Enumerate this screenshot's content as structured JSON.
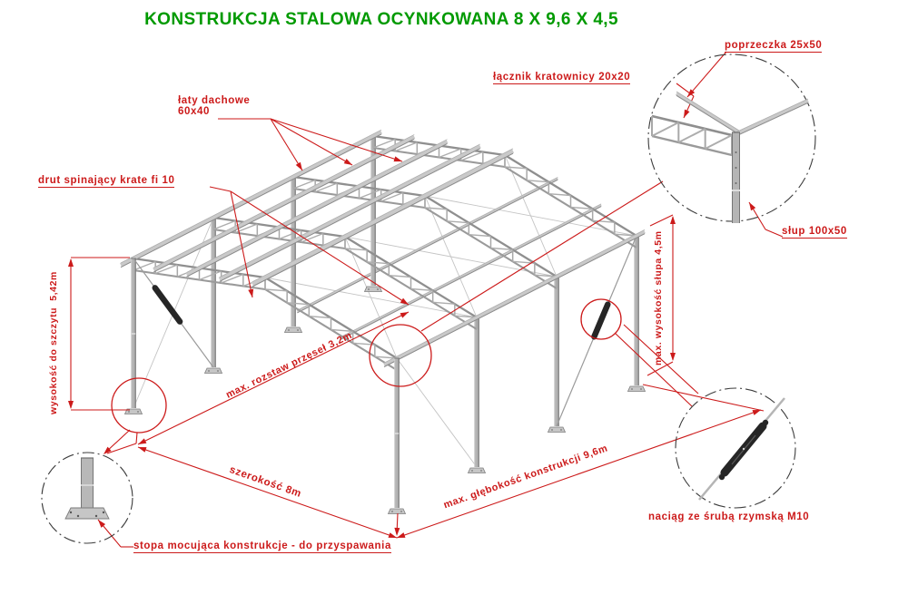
{
  "header": {
    "title": "KONSTRUKCJA STALOWA OCYNKOWANA 8 X 9,6 X 4,5"
  },
  "colors": {
    "title_green": "#009a00",
    "annotation_red": "#cc1a1a",
    "steel_light": "#c9c9c9",
    "steel_mid": "#a3a3a3",
    "steel_dark": "#787878",
    "detail_circle": "#3c3c3c",
    "background": "#ffffff"
  },
  "labels": {
    "crossbar": "poprzeczka 25x50",
    "truss_connector": "łącznik kratownicy 20x20",
    "roof_battens_line1": "łaty dachowe",
    "roof_battens_line2": "60x40",
    "bracing_wire": "drut spinający krate fi 10",
    "column": "słup 100x50",
    "turnbuckle": "naciąg ze śrubą rzymską M10",
    "mounting_foot": "stopa mocująca konstrukcje - do przyspawania"
  },
  "dimensions": {
    "ridge_height": "wysokość do szczytu  5,42m",
    "bay_spacing": "max. rozstaw przęseł 3,2m",
    "column_height": "max. wysokość słupa 4,5m",
    "width": "szerokość 8m",
    "depth": "max. głębokość konstrukcji 9,6m"
  }
}
